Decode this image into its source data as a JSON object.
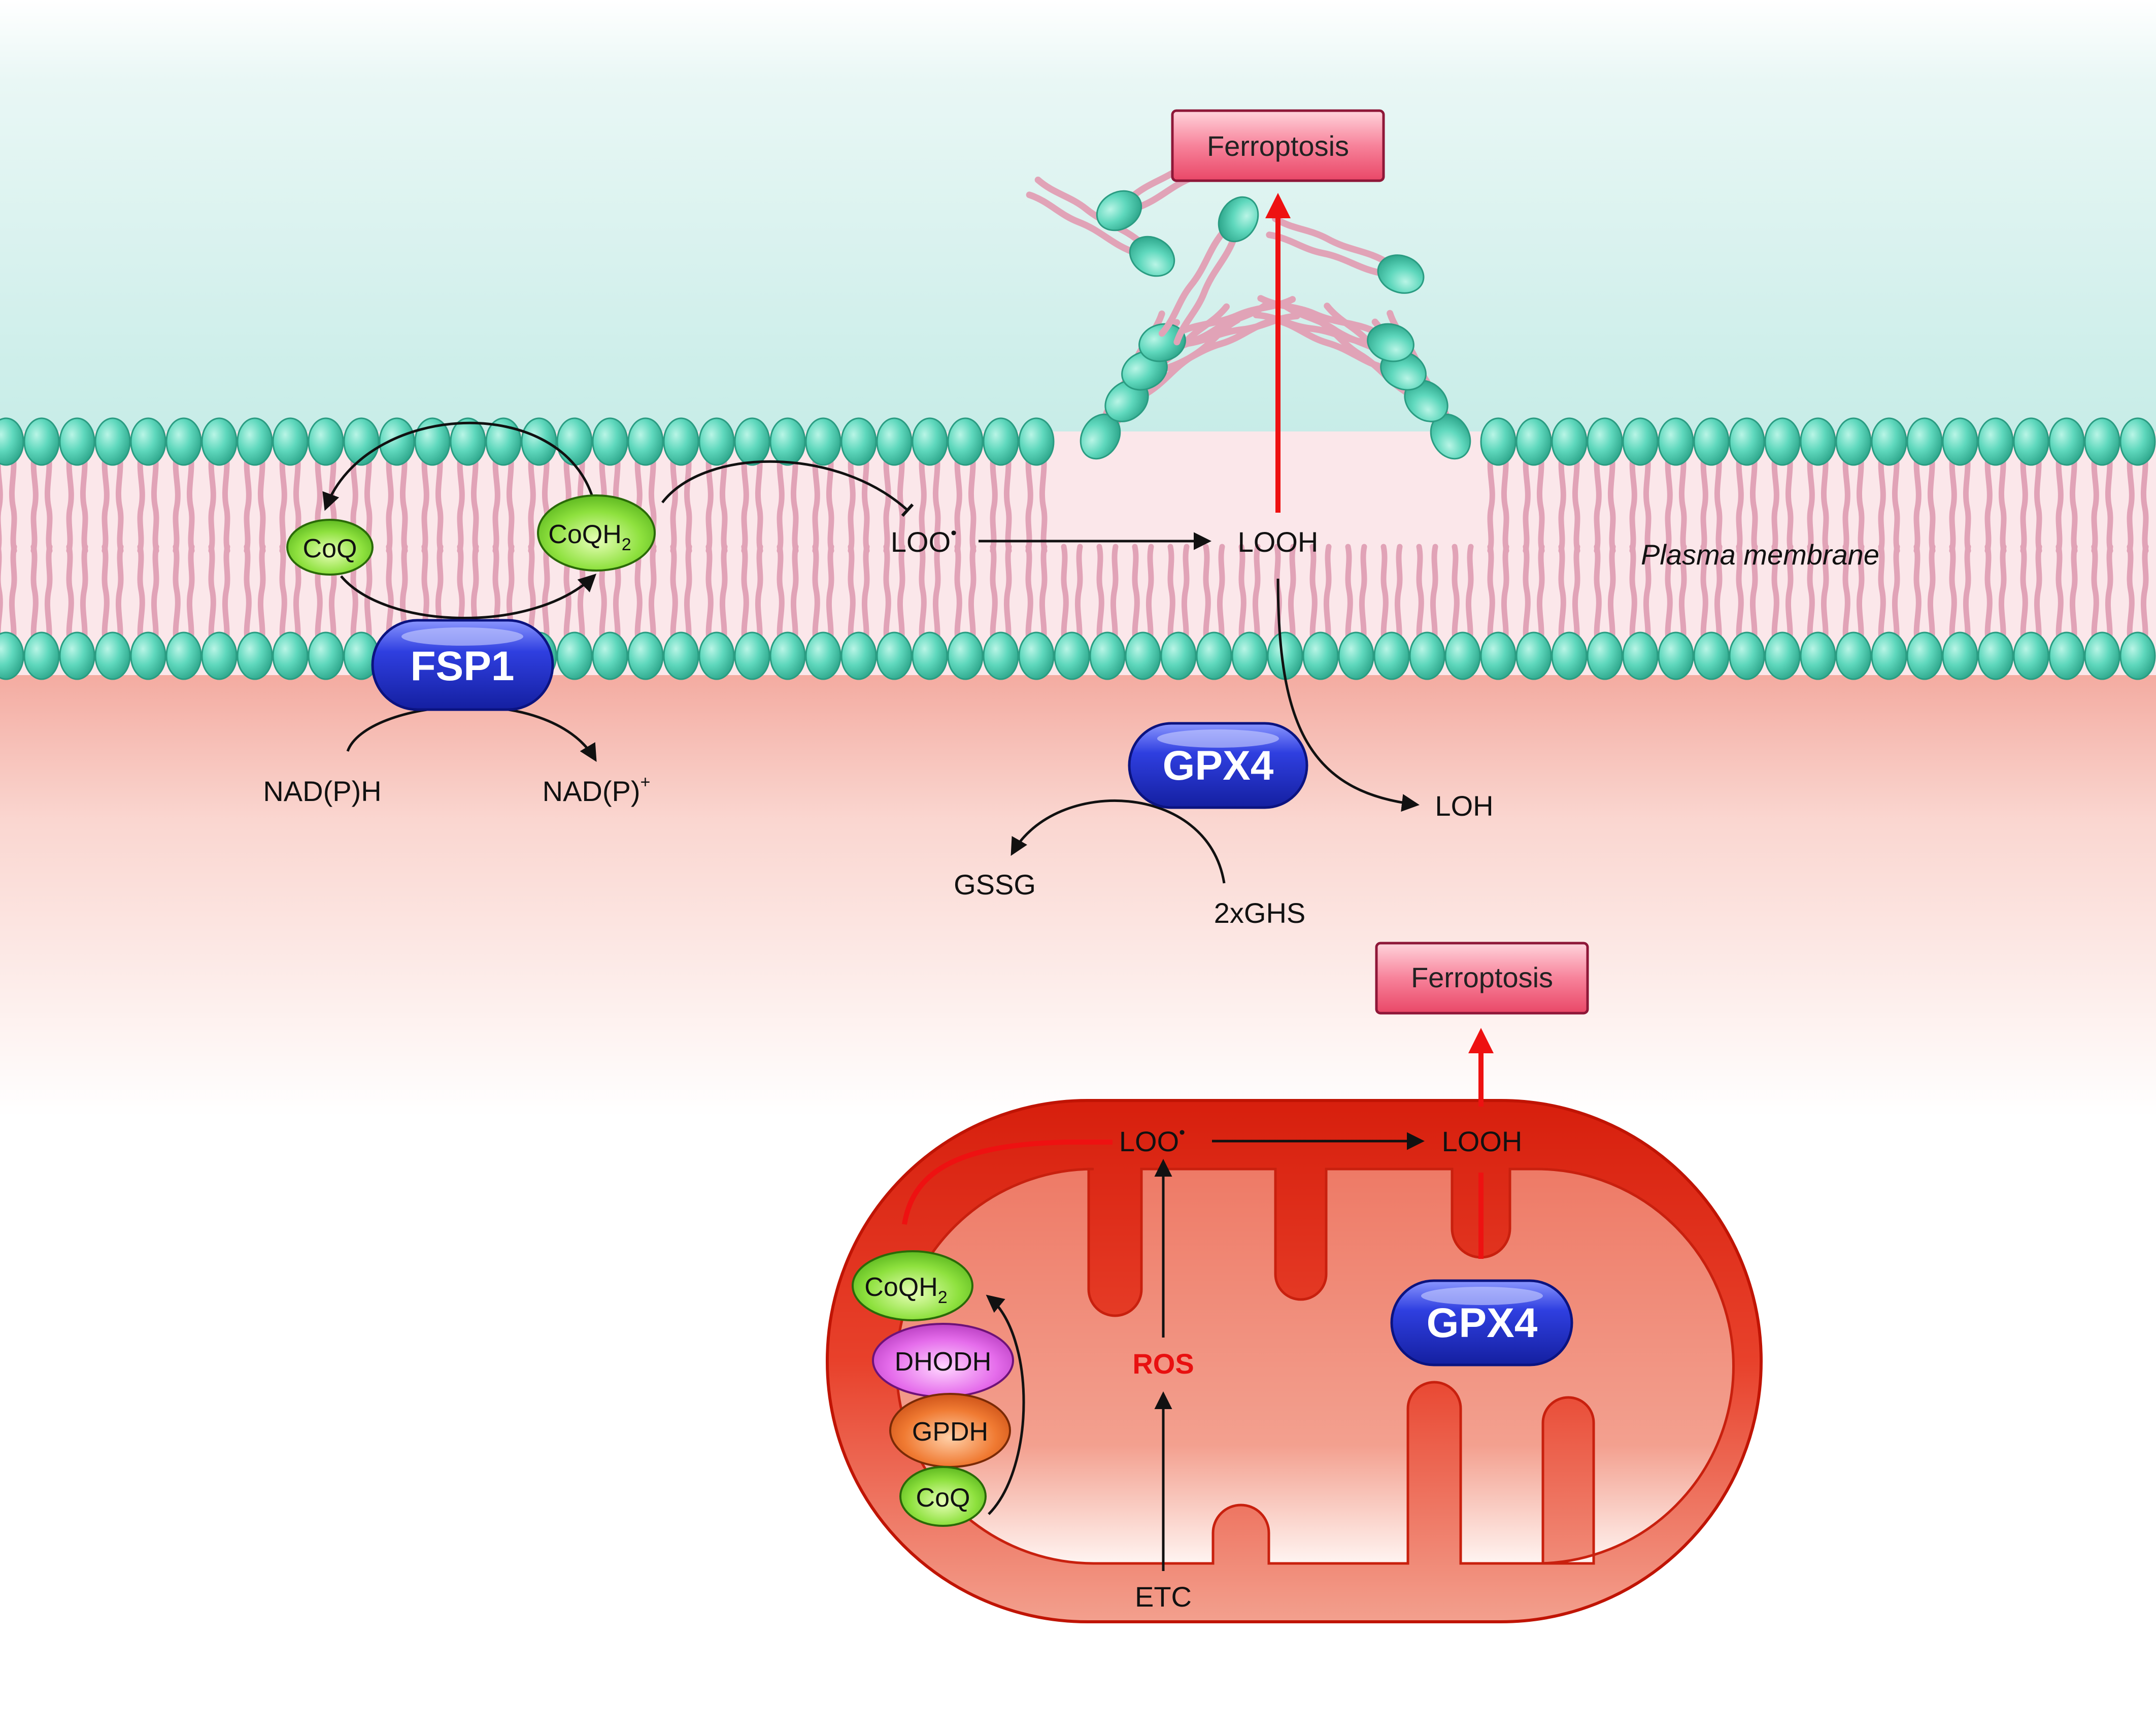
{
  "labels": {
    "ferroptosis_top": "Ferroptosis",
    "ferroptosis_mito": "Ferroptosis",
    "plasma_membrane": "Plasma membrane",
    "coq_membrane": "CoQ",
    "coqh2_membrane_base": "CoQH",
    "coqh2_membrane_sub": "2",
    "fsp1": "FSP1",
    "nadph": "NAD(P)H",
    "nadp_base": "NAD(P)",
    "nadp_sup": "+",
    "loo_membrane_base": "LOO",
    "loo_membrane_sup": "•",
    "looh_membrane": "LOOH",
    "gpx4_cyto": "GPX4",
    "loh": "LOH",
    "gssg": "GSSG",
    "two_gsh": "2xGHS",
    "loo_mito_base": "LOO",
    "loo_mito_sup": "•",
    "looh_mito": "LOOH",
    "coqh2_mito_base": "CoQH",
    "coqh2_mito_sub": "2",
    "dhodh": "DHODH",
    "gpdh": "GPDH",
    "coq_mito": "CoQ",
    "ros": "ROS",
    "gpx4_mito": "GPX4",
    "etc": "ETC"
  },
  "colors": {
    "extracellular_top": "#cdeeea",
    "cytosol_top": "#f4b6ad",
    "lipid_head": "#5ed8bd",
    "lipid_tail": "#e3a4b8",
    "enzyme_blue": "#2233cc",
    "coq_green": "#7ee03a",
    "dhodh_pink": "#e060e6",
    "gpdh_orange": "#ee6a2c",
    "mito_outer": "#dd2814",
    "mito_inner": "#f1907e",
    "ferroptosis_box": "#f25c7a",
    "red_arrow": "#ee1111",
    "ros_text": "#e81010"
  }
}
